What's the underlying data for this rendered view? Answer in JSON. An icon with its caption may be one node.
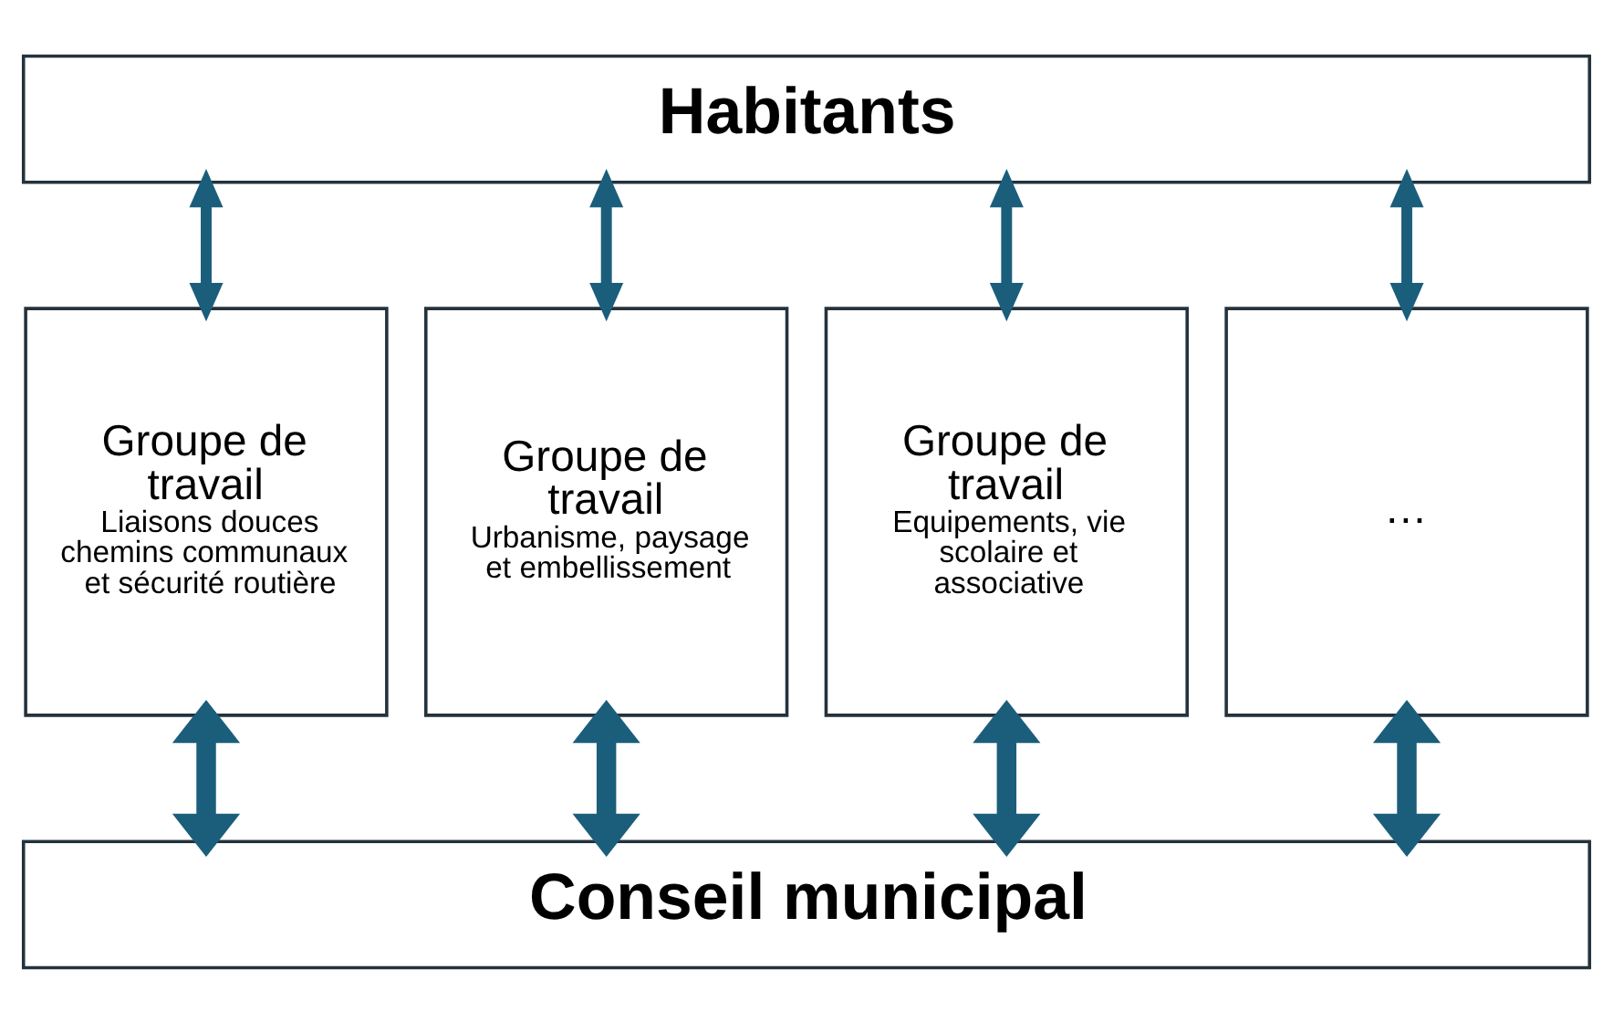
{
  "diagram": {
    "nodes": [
      {
        "text": [
          "Habitants"
        ]
      },
      {
        "text": [
          "Groupe de travail",
          "Liaisons douces chemins communaux  et sécurité routière"
        ]
      },
      {
        "text": [
          "Groupe de travail",
          "Urbanisme, paysage et embellissement"
        ]
      },
      {
        "text": [
          "Groupe de travail",
          "Equipements, vie scolaire et associative"
        ]
      },
      {
        "text": [
          "…"
        ]
      },
      {
        "text": [
          "Conseil municipal"
        ]
      }
    ],
    "edges": [
      {
        "from": 0,
        "to": 1,
        "arrow": "both"
      },
      {
        "from": 0,
        "to": 2,
        "arrow": "both"
      },
      {
        "from": 0,
        "to": 3,
        "arrow": "both"
      },
      {
        "from": 0,
        "to": 4,
        "arrow": "both"
      },
      {
        "from": 1,
        "to": 5,
        "arrow": "both",
        "style": "thick"
      },
      {
        "from": 2,
        "to": 5,
        "arrow": "both",
        "style": "thick"
      },
      {
        "from": 3,
        "to": 5,
        "arrow": "both",
        "style": "thick"
      },
      {
        "from": 4,
        "to": 5,
        "arrow": "both",
        "style": "thick"
      }
    ]
  }
}
